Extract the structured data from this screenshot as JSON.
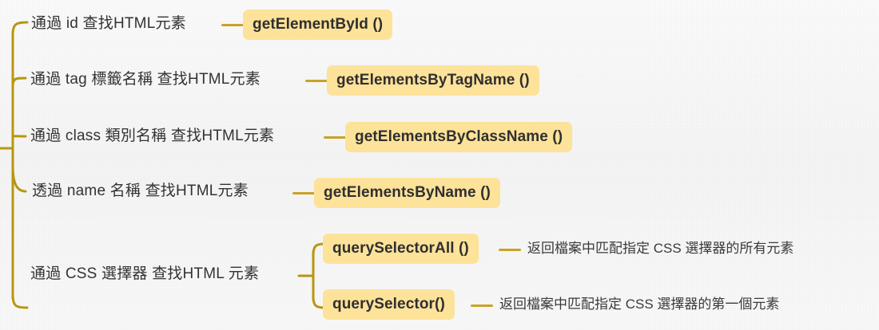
{
  "diagram": {
    "type": "mindmap",
    "title_hidden": true,
    "colors": {
      "background": "#f8f8f8",
      "badge_fill": "#fde29a",
      "badge_text": "#2f2f2f",
      "branch_line": "#b8960f",
      "connector": "#c9a227",
      "label_text": "#333333",
      "description_text": "#3a3a3a"
    },
    "branches": [
      {
        "id": "by-id",
        "label": "通過 id 查找HTML元素",
        "method": "getElementById ()",
        "description": ""
      },
      {
        "id": "by-tag-name",
        "label": "通過 tag 標籤名稱 查找HTML元素",
        "method": "getElementsByTagName ()",
        "description": ""
      },
      {
        "id": "by-class-name",
        "label": "通過 class 類別名稱 查找HTML元素",
        "method": "getElementsByClassName ()",
        "description": ""
      },
      {
        "id": "by-name",
        "label": "透過 name 名稱 查找HTML元素",
        "method": "getElementsByName ()",
        "description": ""
      },
      {
        "id": "by-css-selector",
        "label": "通過 CSS 選擇器 查找HTML 元素",
        "children": [
          {
            "id": "query-selector-all",
            "method": "querySelectorAll ()",
            "description": "返回檔案中匹配指定 CSS 選擇器的所有元素"
          },
          {
            "id": "query-selector",
            "method": "querySelector()",
            "description": "返回檔案中匹配指定 CSS 選擇器的第一個元素"
          }
        ]
      }
    ]
  }
}
